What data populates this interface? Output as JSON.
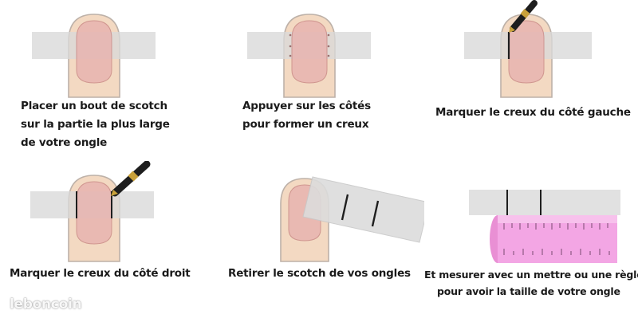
{
  "steps": [
    {
      "lines": [
        "Placer un bout de scotch",
        "sur la partie la plus large",
        "de votre ongle"
      ]
    },
    {
      "lines": [
        "Appuyer sur les côtés",
        "pour former un creux"
      ]
    },
    {
      "lines": [
        "Marquer le creux du côté gauche"
      ]
    },
    {
      "lines": [
        "Marquer le creux du côté droit"
      ]
    },
    {
      "lines": [
        "Retirer le scotch de vos ongles"
      ]
    },
    {
      "lines": [
        "Et mesurer avec un mettre ou une règle",
        "pour avoir la taille de votre ongle"
      ]
    }
  ],
  "watermark": "leboncoin",
  "colors": {
    "skin": "#f3d9c2",
    "nail": "#e8b4b0",
    "tape": "#d8d8d8",
    "ruler": "#f3a6e4",
    "pen": "#1e1e1e",
    "pen_gold": "#c9a13a"
  }
}
